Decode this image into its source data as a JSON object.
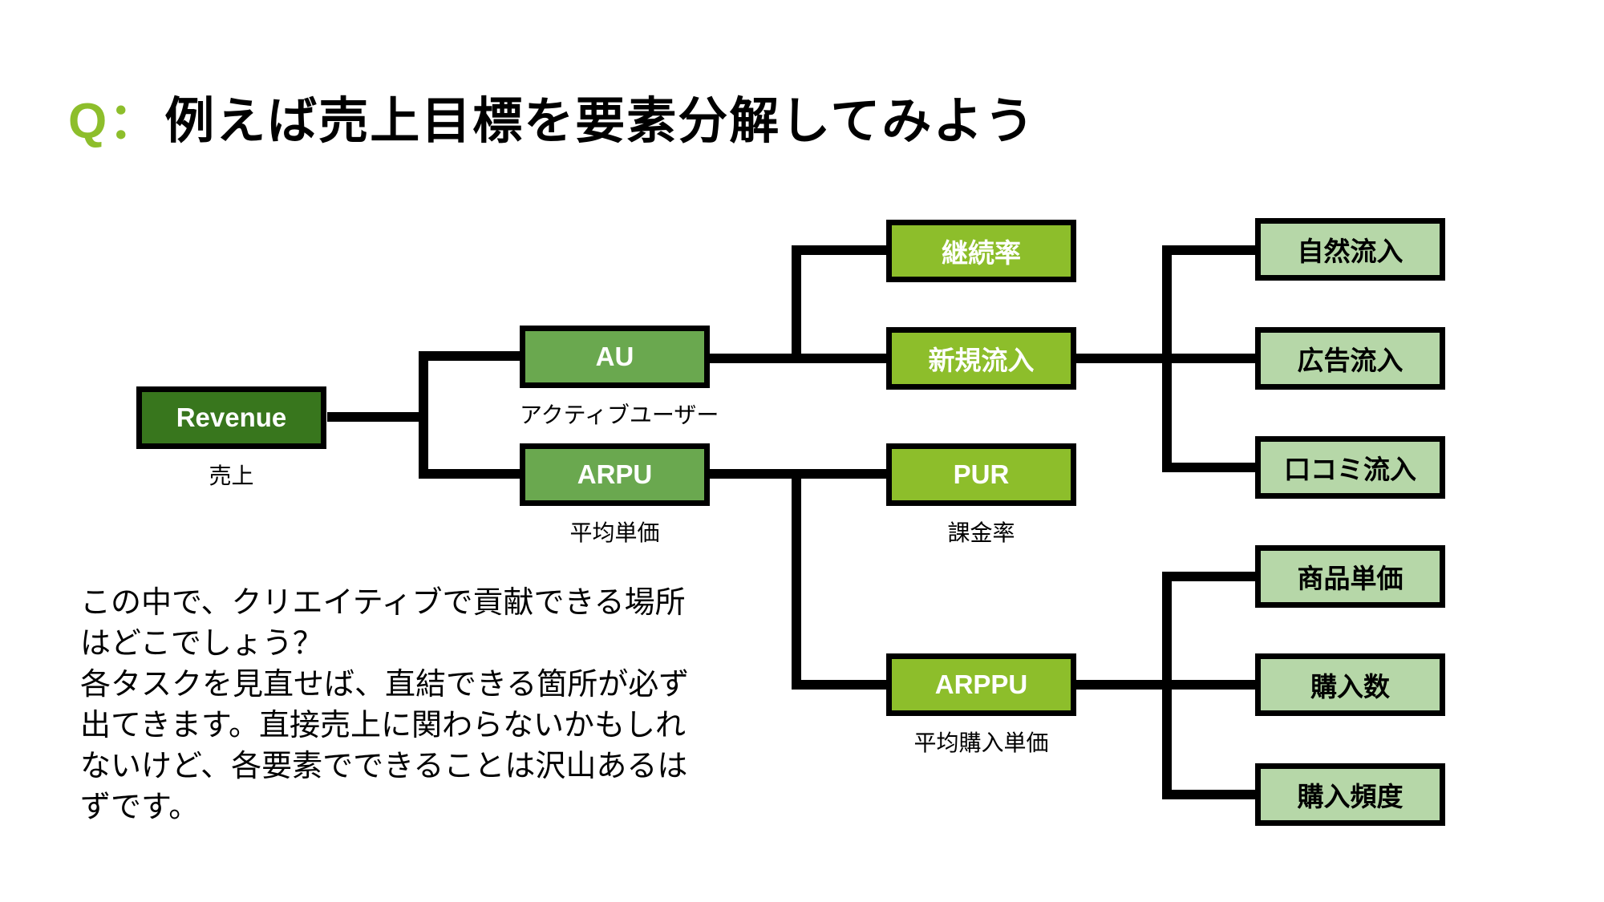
{
  "title": {
    "prefix": "Q：",
    "text": "例えば売上目標を要素分解してみよう"
  },
  "colors": {
    "accent_green": "#8dbe2b",
    "dark_green": "#38761d",
    "mid_green": "#6aa84f",
    "pale_green": "#b6d7a8",
    "line_black": "#000000"
  },
  "diagram": {
    "nodes": {
      "revenue": {
        "label": "Revenue",
        "sublabel": "売上"
      },
      "au": {
        "label": "AU",
        "sublabel": "アクティブユーザー"
      },
      "arpu": {
        "label": "ARPU",
        "sublabel": "平均単価"
      },
      "retention": {
        "label": "継続率"
      },
      "new_inflow": {
        "label": "新規流入"
      },
      "pur": {
        "label": "PUR",
        "sublabel": "課金率"
      },
      "arppu": {
        "label": "ARPPU",
        "sublabel": "平均購入単価"
      },
      "organic_inflow": {
        "label": "自然流入"
      },
      "ad_inflow": {
        "label": "広告流入"
      },
      "wom_inflow": {
        "label": "口コミ流入"
      },
      "item_price": {
        "label": "商品単価"
      },
      "purchase_count": {
        "label": "購入数"
      },
      "purchase_freq": {
        "label": "購入頻度"
      }
    }
  },
  "note": {
    "lines": [
      "この中で、クリエイティブで貢献できる場所",
      "はどこでしょう？",
      "各タスクを見直せば、直結できる箇所が必ず",
      "出てきます。直接売上に関わらないかもしれ",
      "ないけど、各要素でできることは沢山あるは",
      "ずです。"
    ]
  }
}
